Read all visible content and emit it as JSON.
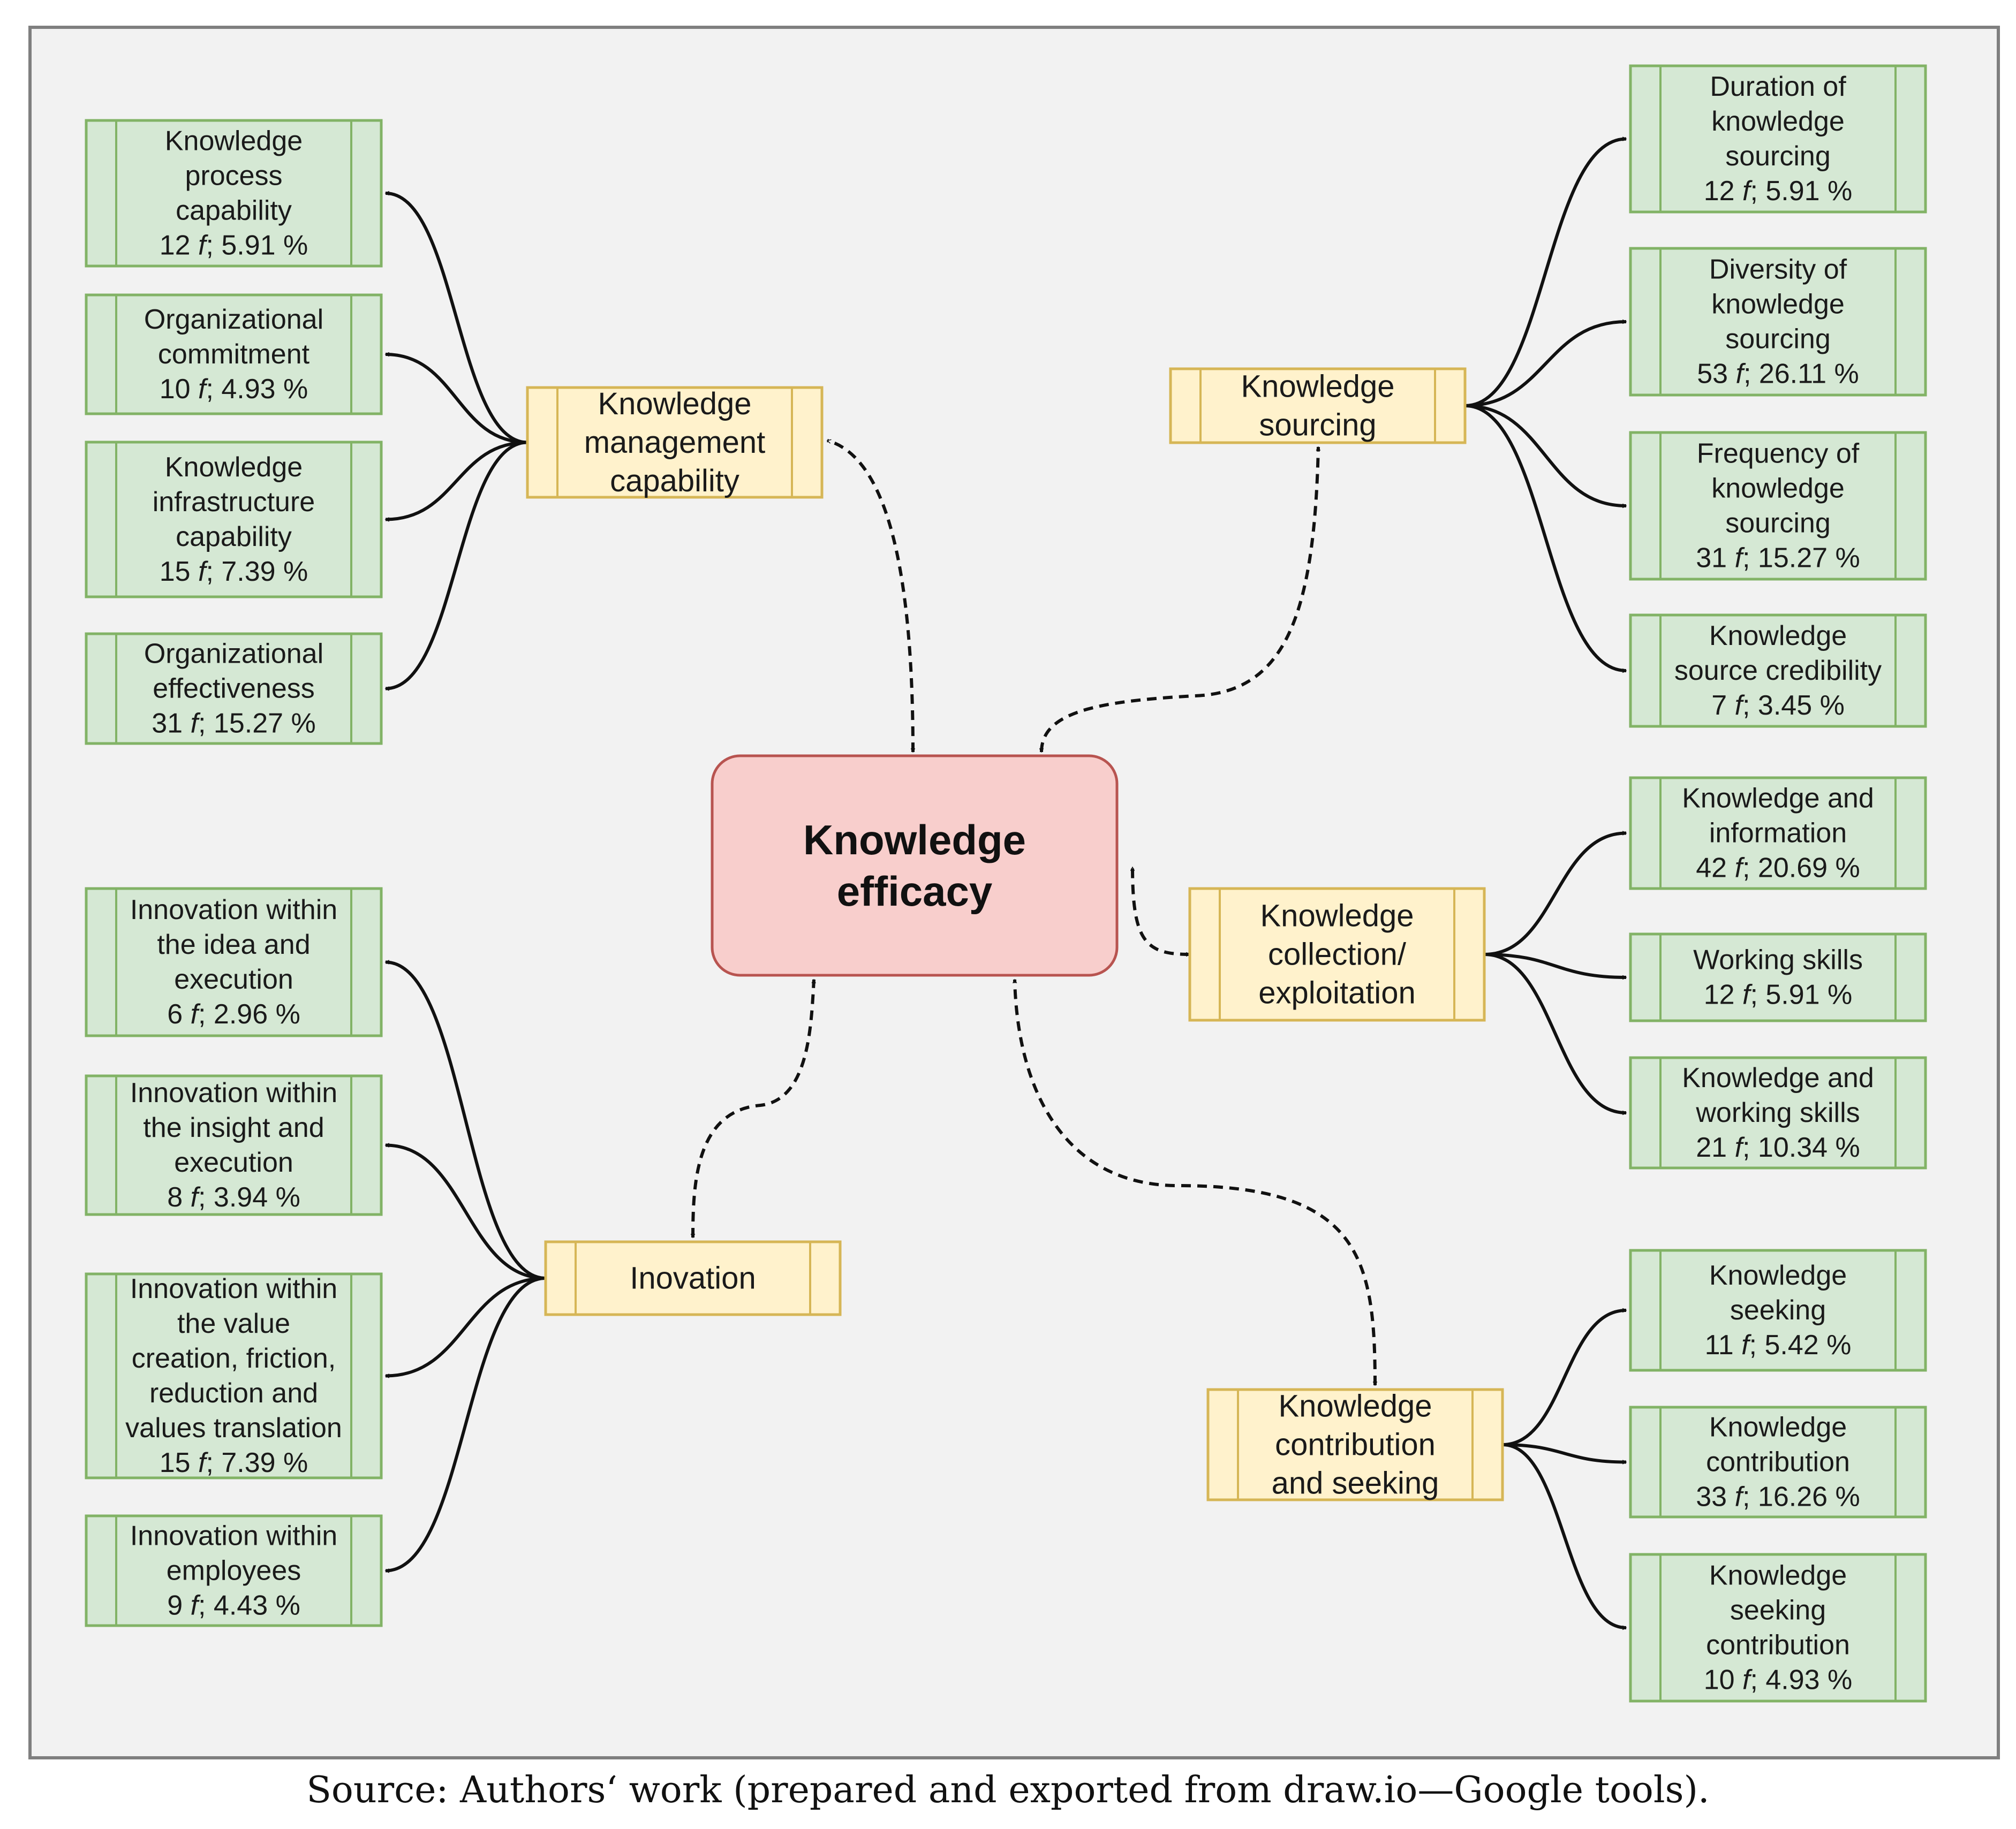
{
  "colors": {
    "background": "#f2f2f2",
    "frame": "#7f7f7f",
    "center_fill": "#f8cecc",
    "center_stroke": "#b85450",
    "category_fill": "#fff2cc",
    "category_stroke": "#d6b656",
    "leaf_fill": "#d5e8d4",
    "leaf_stroke": "#82b366",
    "edge": "#111111",
    "text": "#1a1a1a"
  },
  "center": {
    "lines": [
      "Knowledge",
      "efficacy"
    ]
  },
  "categories": [
    {
      "id": "kmc",
      "lines": [
        "Knowledge",
        "management",
        "capability"
      ]
    },
    {
      "id": "ks",
      "lines": [
        "Knowledge",
        "sourcing"
      ]
    },
    {
      "id": "kce",
      "lines": [
        "Knowledge",
        "collection/",
        "exploitation"
      ]
    },
    {
      "id": "kcs",
      "lines": [
        "Knowledge",
        "contribution",
        "and seeking"
      ]
    },
    {
      "id": "inn",
      "lines": [
        "Inovation"
      ]
    }
  ],
  "leaves": [
    {
      "id": "l1",
      "category": "kmc",
      "lines": [
        "Knowledge",
        "process",
        "capability"
      ],
      "freq": "12",
      "pct": "5.91 %"
    },
    {
      "id": "l2",
      "category": "kmc",
      "lines": [
        "Organizational",
        "commitment"
      ],
      "freq": "10",
      "pct": "4.93 %"
    },
    {
      "id": "l3",
      "category": "kmc",
      "lines": [
        "Knowledge",
        "infrastructure",
        "capability"
      ],
      "freq": "15",
      "pct": "7.39 %"
    },
    {
      "id": "l4",
      "category": "kmc",
      "lines": [
        "Organizational",
        "effectiveness"
      ],
      "freq": "31",
      "pct": "15.27 %"
    },
    {
      "id": "l5",
      "category": "inn",
      "lines": [
        "Innovation within",
        "the idea and",
        "execution"
      ],
      "freq": "6",
      "pct": "2.96 %"
    },
    {
      "id": "l6",
      "category": "inn",
      "lines": [
        "Innovation within",
        "the insight and",
        "execution"
      ],
      "freq": "8",
      "pct": "3.94 %"
    },
    {
      "id": "l7",
      "category": "inn",
      "lines": [
        "Innovation within",
        "the value",
        "creation, friction,",
        "reduction and",
        "values translation"
      ],
      "freq": "15",
      "pct": "7.39 %"
    },
    {
      "id": "l8",
      "category": "inn",
      "lines": [
        "Innovation within",
        "employees"
      ],
      "freq": "9",
      "pct": "4.43 %"
    },
    {
      "id": "r1",
      "category": "ks",
      "lines": [
        "Duration of",
        "knowledge",
        "sourcing"
      ],
      "freq": "12",
      "pct": "5.91 %"
    },
    {
      "id": "r2",
      "category": "ks",
      "lines": [
        "Diversity of",
        "knowledge",
        "sourcing"
      ],
      "freq": "53",
      "pct": "26.11 %"
    },
    {
      "id": "r3",
      "category": "ks",
      "lines": [
        "Frequency of",
        "knowledge",
        "sourcing"
      ],
      "freq": "31",
      "pct": "15.27 %"
    },
    {
      "id": "r4",
      "category": "ks",
      "lines": [
        "Knowledge",
        "source credibility"
      ],
      "freq": "7",
      "pct": "3.45 %"
    },
    {
      "id": "r5",
      "category": "kce",
      "lines": [
        "Knowledge and",
        "information"
      ],
      "freq": "42",
      "pct": "20.69 %"
    },
    {
      "id": "r6",
      "category": "kce",
      "lines": [
        "Working skills"
      ],
      "freq": "12",
      "pct": "5.91 %"
    },
    {
      "id": "r7",
      "category": "kce",
      "lines": [
        "Knowledge and",
        "working skills"
      ],
      "freq": "21",
      "pct": "10.34 %"
    },
    {
      "id": "r8",
      "category": "kcs",
      "lines": [
        "Knowledge",
        "seeking"
      ],
      "freq": "11",
      "pct": "5.42 %"
    },
    {
      "id": "r9",
      "category": "kcs",
      "lines": [
        "Knowledge",
        "contribution"
      ],
      "freq": "33",
      "pct": "16.26 %"
    },
    {
      "id": "r10",
      "category": "kcs",
      "lines": [
        "Knowledge",
        "seeking",
        "contribution"
      ],
      "freq": "10",
      "pct": "4.93 %"
    }
  ],
  "freq_symbol": "f",
  "freq_separator": ";",
  "caption": "Source: Authors‘ work (prepared and exported from draw.io—Google tools)."
}
